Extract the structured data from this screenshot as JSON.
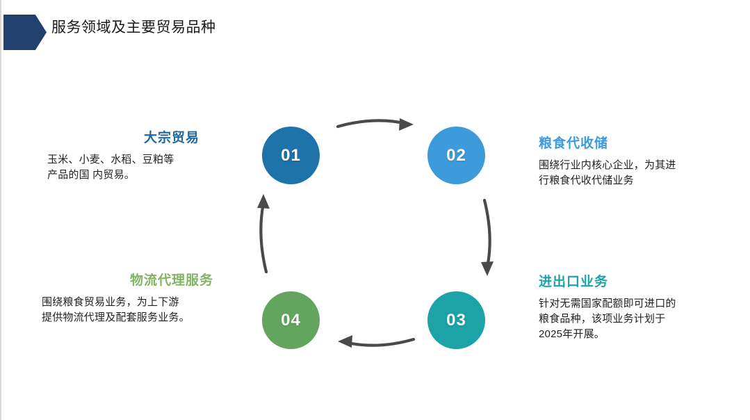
{
  "header": {
    "title": "服务领域及主要贸易品种",
    "banner_icon": "pentagon-arrow-right-icon",
    "banner_color": "#22406E"
  },
  "diagram": {
    "type": "cycle",
    "arrow_color": "#4A4A4A",
    "nodes": [
      {
        "id": "01",
        "number": "01",
        "color": "#1F73AB",
        "title": "大宗贸易",
        "title_color": "#22679E",
        "body": "玉米、小麦、水稻、豆粕等\n产品的国 内贸易。",
        "position": "top-left"
      },
      {
        "id": "02",
        "number": "02",
        "color": "#3D9BDC",
        "title": "粮食代收储",
        "title_color": "#3D9BDC",
        "body": "围绕行业内核心企业，为其进\n行粮食代收代储业务",
        "position": "top-right"
      },
      {
        "id": "03",
        "number": "03",
        "color": "#1CA3A8",
        "title": "进出口业务",
        "title_color": "#1CA3A8",
        "body": "针对无需国家配额即可进口的\n粮食品种，该项业务计划于\n2025年开展。",
        "position": "bottom-right"
      },
      {
        "id": "04",
        "number": "04",
        "color": "#63A55D",
        "title": "物流代理服务",
        "title_color": "#82B366",
        "body": "围绕粮食贸易业务，为上下游\n提供物流代理及配套服务业务。",
        "position": "bottom-left"
      }
    ],
    "arrows": [
      {
        "name": "arrow-01-to-02",
        "direction": "right"
      },
      {
        "name": "arrow-02-to-03",
        "direction": "down"
      },
      {
        "name": "arrow-03-to-04",
        "direction": "left"
      },
      {
        "name": "arrow-04-to-01",
        "direction": "up"
      }
    ]
  }
}
